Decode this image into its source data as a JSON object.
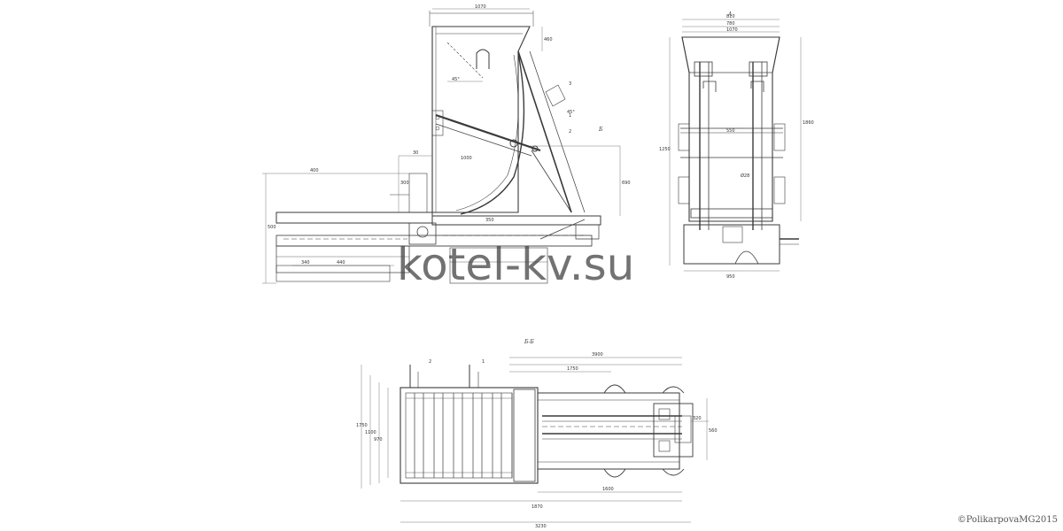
{
  "watermark": {
    "text": "kotel-kv.su"
  },
  "copyright": {
    "text": "©PolikarpovaMG2015"
  },
  "side_view": {
    "label_section": "Б",
    "dims": {
      "hopper_top": "1070",
      "hopper_right": "460",
      "angle": "45°",
      "tilt": "45°",
      "arm": "1000",
      "right_height": "690",
      "left_height": "500",
      "small_height": "300",
      "stub": "30",
      "base_a": "340",
      "base_b": "440",
      "left_total": "400",
      "rail": "350",
      "mark_1": "1",
      "mark_2": "2",
      "mark_3": "3"
    }
  },
  "end_view": {
    "top_a": "810",
    "top_b": "780",
    "top_c": "1070",
    "height": "1860",
    "inner_height": "1250",
    "tube": "Ø28",
    "bottom": "950",
    "mid": "550",
    "section": "A"
  },
  "plan_view": {
    "label_section": "Б-Б",
    "top_total": "3900",
    "top_mid": "1750",
    "side_a": "1750",
    "side_b": "1100",
    "side_c": "970",
    "right_h": "560",
    "right_w": "320",
    "bottom_a": "1600",
    "bottom_b": "1870",
    "bottom_total": "3230",
    "mark_2": "2",
    "mark_1": "1"
  }
}
